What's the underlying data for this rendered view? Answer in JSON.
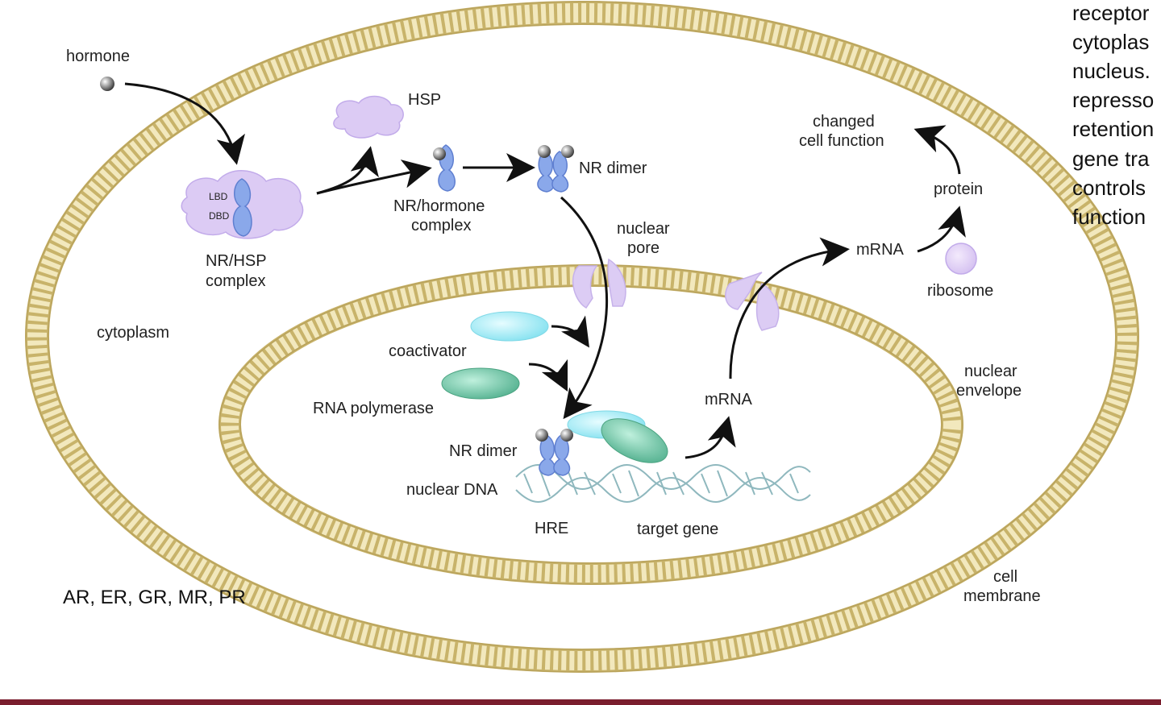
{
  "labels": {
    "hormone": "hormone",
    "hsp": "HSP",
    "lbd": "LBD",
    "dbd": "DBD",
    "nr_hsp_1": "NR/HSP",
    "nr_hsp_2": "complex",
    "nr_hormone_1": "NR/hormone",
    "nr_hormone_2": "complex",
    "nr_dimer_top": "NR dimer",
    "nuclear_pore_1": "nuclear",
    "nuclear_pore_2": "pore",
    "changed_1": "changed",
    "changed_2": "cell function",
    "protein": "protein",
    "mrna_out": "mRNA",
    "ribosome": "ribosome",
    "cytoplasm": "cytoplasm",
    "coactivator": "coactivator",
    "rna_polymerase": "RNA polymerase",
    "nr_dimer_dna": "NR dimer",
    "nuclear_dna": "nuclear DNA",
    "hre": "HRE",
    "target_gene": "target gene",
    "mrna_in": "mRNA",
    "nuclear_envelope_1": "nuclear",
    "nuclear_envelope_2": "envelope",
    "cell_membrane_1": "cell",
    "cell_membrane_2": "membrane",
    "receptors_note": "AR, ER, GR, MR, PR"
  },
  "side_text": [
    "receptor",
    "cytoplas",
    "nucleus.",
    "represso",
    "retention",
    "gene tra",
    "controls",
    "function"
  ],
  "colors": {
    "membrane": "#c8b36a",
    "membrane_fill": "#efe3b0",
    "hsp": "#d9c8f2",
    "receptor": "#7f9fe6",
    "coactivator": "#8ee6f2",
    "polymerase": "#5dbb98",
    "dna": "#8fb8be",
    "accent_bar": "#7a1e2e"
  }
}
